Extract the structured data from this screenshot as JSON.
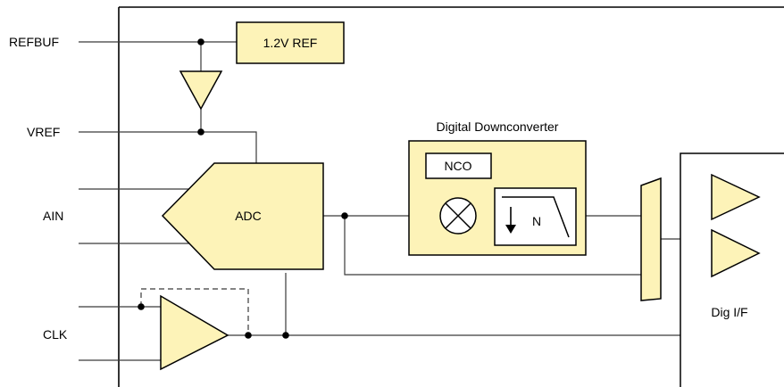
{
  "pins": {
    "refbuf": "REFBUF",
    "vref": "VREF",
    "ain": "AIN",
    "clk": "CLK"
  },
  "blocks": {
    "ref": "1.2V REF",
    "adc": "ADC",
    "ddc_title": "Digital Downconverter",
    "nco": "NCO",
    "decimation": "N",
    "dig_if": "Dig I/F"
  },
  "colors": {
    "block_fill": "#fdf3b8",
    "outline": "#000000",
    "wire": "#3a3a3a"
  }
}
